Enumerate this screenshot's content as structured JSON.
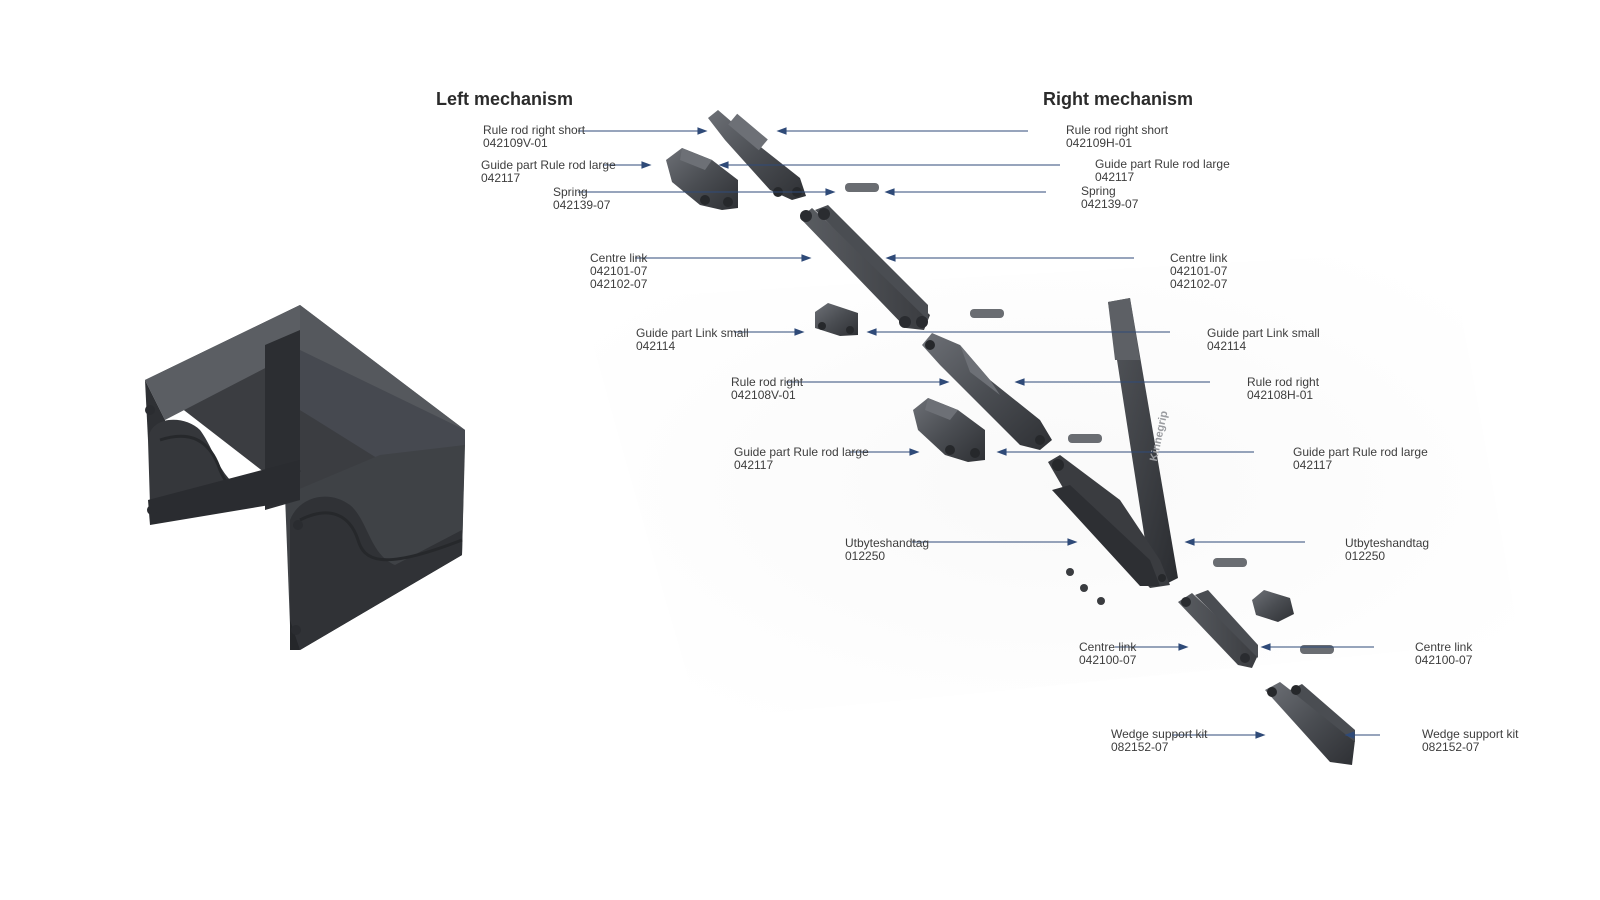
{
  "headings": {
    "left": "Left mechanism",
    "right": "Right mechanism"
  },
  "brand": "Kinnegrip",
  "labels": {
    "l1": {
      "name": "Rule rod right short",
      "code": "042109V-01"
    },
    "l2": {
      "name": "Guide part Rule rod large",
      "code": "042117"
    },
    "l3": {
      "name": "Spring",
      "code": "042139-07"
    },
    "l4": {
      "name": "Centre link",
      "code": "042101-07",
      "code2": "042102-07"
    },
    "l5": {
      "name": "Guide part Link small",
      "code": "042114"
    },
    "l6": {
      "name": "Rule rod right",
      "code": "042108V-01"
    },
    "l7": {
      "name": "Guide part Rule rod large",
      "code": "042117"
    },
    "l8": {
      "name": "Utbyteshandtag",
      "code": "012250"
    },
    "l9": {
      "name": "Centre link",
      "code": "042100-07"
    },
    "l10": {
      "name": "Wedge support kit",
      "code": "082152-07"
    },
    "r1": {
      "name": "Rule rod right short",
      "code": "042109H-01"
    },
    "r2": {
      "name": "Guide part Rule rod large",
      "code": "042117"
    },
    "r3": {
      "name": "Spring",
      "code": "042139-07"
    },
    "r4": {
      "name": "Centre link",
      "code": "042101-07",
      "code2": "042102-07"
    },
    "r5": {
      "name": "Guide part Link small",
      "code": "042114"
    },
    "r6": {
      "name": "Rule rod right",
      "code": "042108H-01"
    },
    "r7": {
      "name": "Guide part Rule rod large",
      "code": "042117"
    },
    "r8": {
      "name": "Utbyteshandtag",
      "code": "012250"
    },
    "r9": {
      "name": "Centre link",
      "code": "042100-07"
    },
    "r10": {
      "name": "Wedge support kit",
      "code": "082152-07"
    }
  },
  "colors": {
    "leader": "#2f4a78",
    "part_dark": "#3a3c40",
    "part_mid": "#55585d",
    "part_light": "#6d7076",
    "text": "#3d3d3d"
  }
}
